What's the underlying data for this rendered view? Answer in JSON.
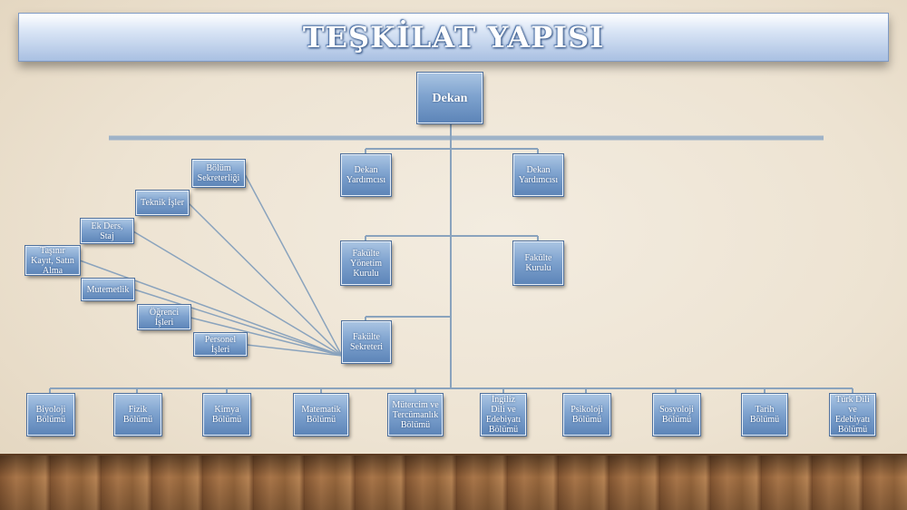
{
  "title": "TEŞKİLAT YAPISI",
  "colors": {
    "box": "#7fa3cf",
    "line": "#8aa3bd",
    "title_text": "#ffffff"
  },
  "nodes": {
    "dekan": "Dekan",
    "dekan_yardimcisi_1": "Dekan\nYardımcısı",
    "dekan_yardimcisi_2": "Dekan\nYardımcısı",
    "fakulte_yonetim_kurulu": "Fakülte\nYönetim\nKurulu",
    "fakulte_kurulu": "Fakülte\nKurulu",
    "fakulte_sekreteri": "Fakülte\nSekreteri",
    "bolum_sekreterligi": "Bölüm\nSekreterliği",
    "teknik_isler": "Teknik İşler",
    "ek_ders_staj": "Ek Ders,\nStaj",
    "tasinir": "Taşınır\nKayıt, Satın\nAlma",
    "mutemetlik": "Mutemetlik",
    "ogrenci_isleri": "Öğrenci\nİşleri",
    "personel_isleri": "Personel\nİşleri"
  },
  "departments": [
    "Biyoloji\nBölümü",
    "Fizik\nBölümü",
    "Kimya\nBölümü",
    "Matematik\nBölümü",
    "Mütercim ve\nTercümanlık\nBölümü",
    "İngiliz\nDili ve\nEdebiyatı\nBölümü",
    "Psikoloji\nBölümü",
    "Sosyoloji\nBölümü",
    "Tarih\nBölümü",
    "Türk Dili\nve\nEdebiyatı\nBölümü"
  ]
}
